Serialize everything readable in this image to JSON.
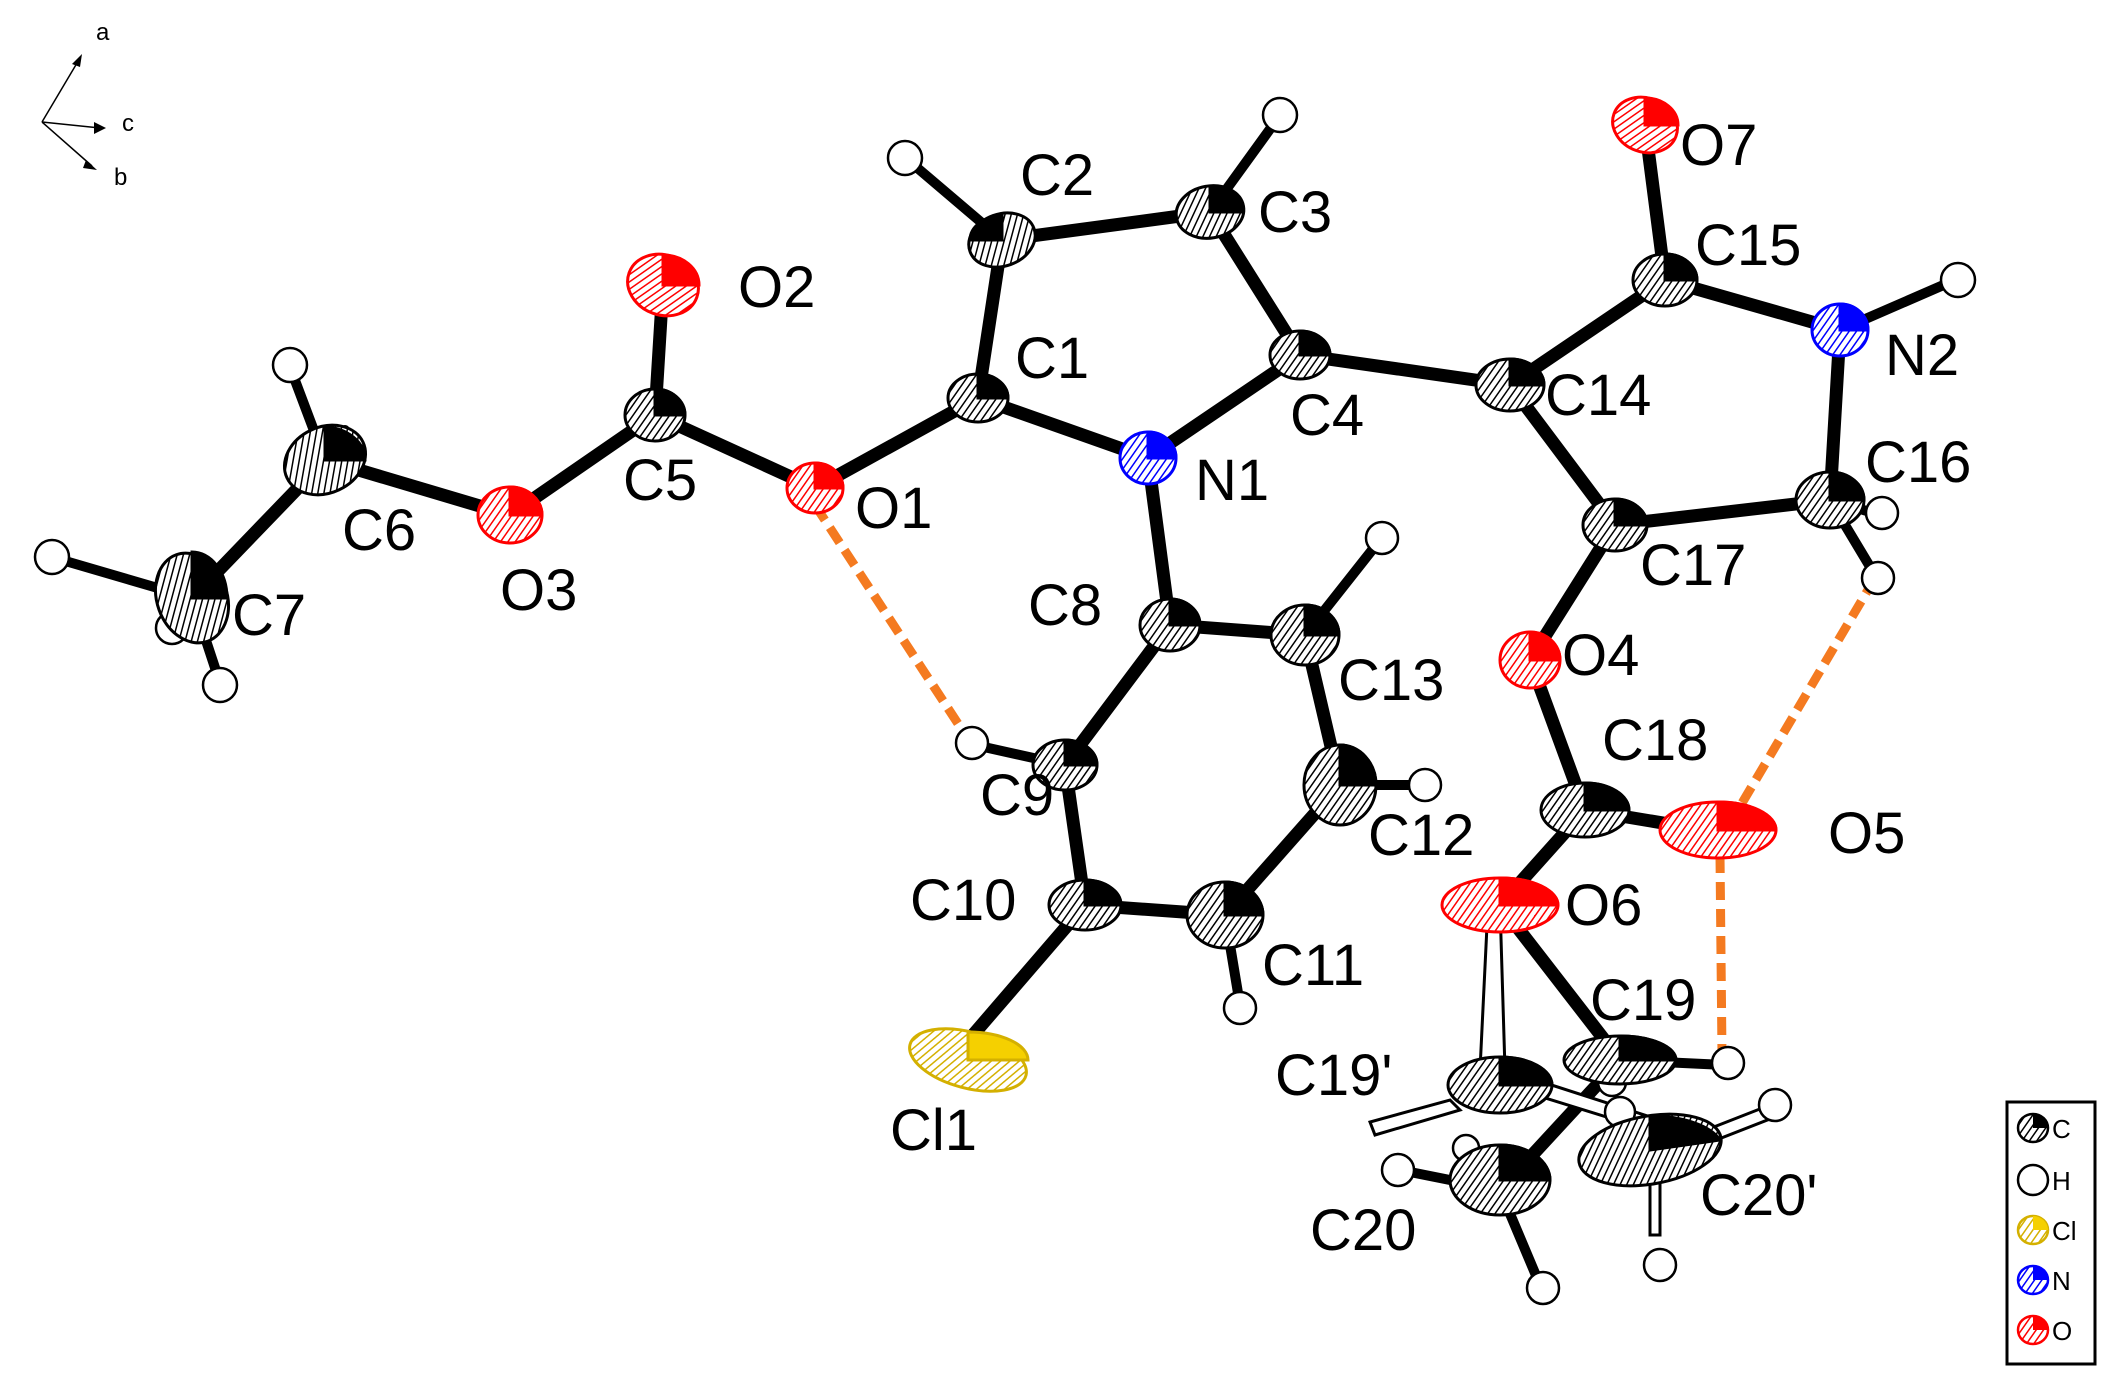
{
  "axes": {
    "a": "a",
    "b": "b",
    "c": "c"
  },
  "atom_labels": {
    "C1": "C1",
    "C2": "C2",
    "C3": "C3",
    "C4": "C4",
    "C5": "C5",
    "C6": "C6",
    "C7": "C7",
    "C8": "C8",
    "C9": "C9",
    "C10": "C10",
    "C11": "C11",
    "C12": "C12",
    "C13": "C13",
    "C14": "C14",
    "C15": "C15",
    "C16": "C16",
    "C17": "C17",
    "C18": "C18",
    "C19": "C19",
    "C19p": "C19'",
    "C20": "C20",
    "C20p": "C20'",
    "O1": "O1",
    "O2": "O2",
    "O3": "O3",
    "O4": "O4",
    "O5": "O5",
    "O6": "O6",
    "O7": "O7",
    "N1": "N1",
    "N2": "N2",
    "Cl1": "Cl1"
  },
  "legend": [
    {
      "element": "C",
      "label": "C",
      "color": "#000000"
    },
    {
      "element": "H",
      "label": "H",
      "color": "#ffffff"
    },
    {
      "element": "Cl",
      "label": "Cl",
      "color": "#f5d000"
    },
    {
      "element": "N",
      "label": "N",
      "color": "#0000ff"
    },
    {
      "element": "O",
      "label": "O",
      "color": "#ff0000"
    }
  ],
  "colors": {
    "carbon": "#000000",
    "hydrogen": "#ffffff",
    "oxygen": "#ff0000",
    "nitrogen": "#0000ff",
    "chlorine": "#f5d000",
    "hydrogen_bond": "#f47a20"
  }
}
